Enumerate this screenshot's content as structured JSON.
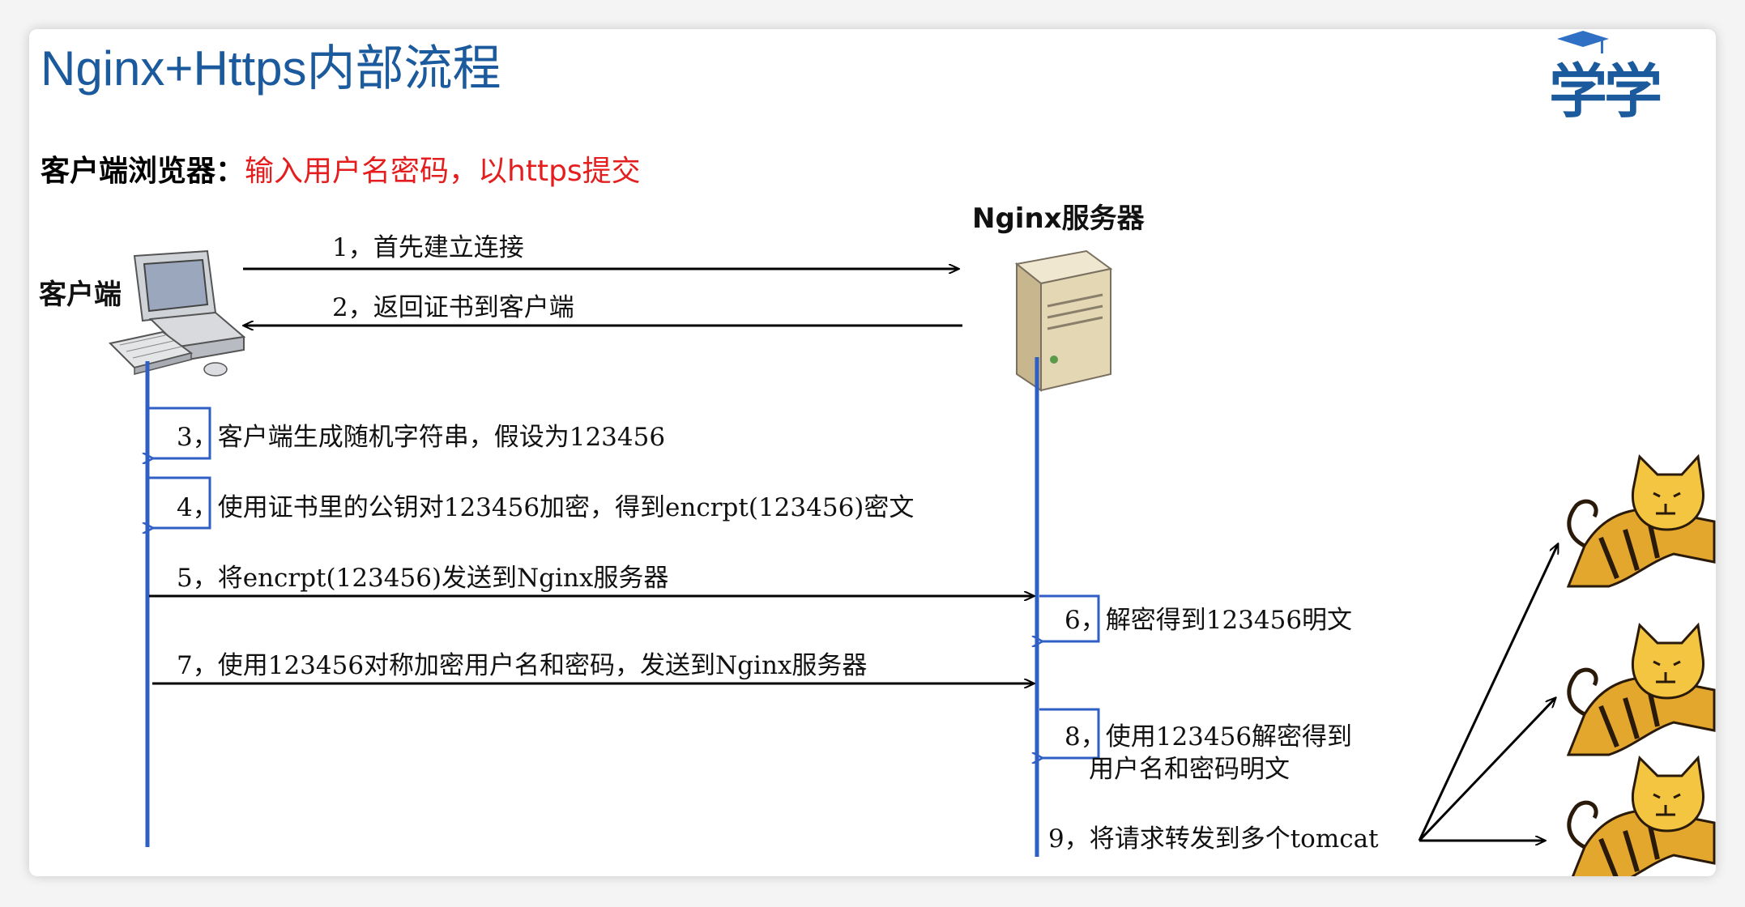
{
  "title": "Nginx+Https内部流程",
  "subtitle": {
    "label": "客户端浏览器：",
    "action": "输入用户名密码，以https提交"
  },
  "actors": {
    "client": "客户端",
    "server": "Nginx服务器"
  },
  "logo": {
    "text": "学学",
    "color": "#1b5a9c"
  },
  "steps": {
    "s1": "1，首先建立连接",
    "s2": "2，返回证书到客户端",
    "s3": "3，客户端生成随机字符串，假设为123456",
    "s4": "4，使用证书里的公钥对123456加密，得到encrpt(123456)密文",
    "s5": "5，将encrpt(123456)发送到Nginx服务器",
    "s6": "6，解密得到123456明文",
    "s7": "7，使用123456对称加密用户名和密码，发送到Nginx服务器",
    "s8a": "8，使用123456解密得到",
    "s8b": "用户名和密码明文",
    "s9": "9，将请求转发到多个tomcat"
  },
  "colors": {
    "lifeline": "#2f5fc4",
    "title": "#1b5a9c",
    "highlight": "#e41e1e",
    "tomcat_body": "#e4a72e",
    "tomcat_stripe": "#2a1a0a"
  }
}
